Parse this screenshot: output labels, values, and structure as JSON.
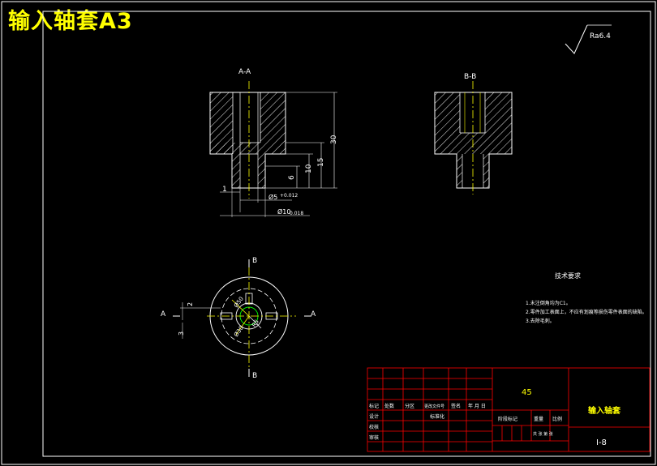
{
  "title": "输入轴套A3",
  "roughness": "Ra6.4",
  "section_labels": {
    "aa": "A-A",
    "bb": "B-B"
  },
  "view_labels": {
    "a_left": "A",
    "a_right": "A",
    "b_top": "B",
    "b_bottom": "B"
  },
  "dimensions": {
    "height_30": "30",
    "height_15": "15",
    "height_10": "10",
    "height_6": "6",
    "left_1": "1",
    "dia_small": "Ø5",
    "dia_small_tol": "+0.012",
    "dia_10": "Ø10",
    "dia_10_tol": "0.018",
    "plan_2": "2",
    "plan_3": "3",
    "plan_r1": "Ø50",
    "plan_r2": "R5",
    "plan_r3": "Ø30"
  },
  "tech_requirements": {
    "heading": "技术要求",
    "items": [
      "1.未注倒角均为C1。",
      "2.零件加工表面上，不应有划痕等损伤零件表面的缺陷。",
      "3.去除毛刺。"
    ]
  },
  "title_block": {
    "material": "45",
    "part_name": "输入轴套",
    "drawing_no": "I-8",
    "row_labels": [
      "标记",
      "处数",
      "分区",
      "更改文件号",
      "签名",
      "年 月 日"
    ],
    "design": "设计",
    "standardized": "标准化",
    "check": "校核",
    "review": "审核",
    "stage": "阶段标记",
    "weight": "重量",
    "scale": "比例",
    "sheet": "共 张 第 张"
  },
  "colors": {
    "frame": "#ffffff",
    "title": "#ffff00",
    "table": "#ff0000",
    "centerline": "#ffff00",
    "accent": "#00ff00"
  }
}
